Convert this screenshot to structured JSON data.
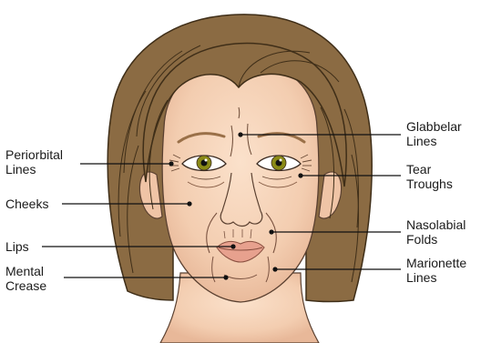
{
  "labels": {
    "periorbital": [
      "Periorbital",
      "Lines"
    ],
    "cheeks": [
      "Cheeks"
    ],
    "lips": [
      "Lips"
    ],
    "mental": [
      "Mental",
      "Crease"
    ],
    "glabbelar": [
      "Glabbelar",
      "Lines"
    ],
    "tear": [
      "Tear",
      "Troughs"
    ],
    "nasolabial": [
      "Nasolabial",
      "Folds"
    ],
    "marionette": [
      "Marionette",
      "Lines"
    ]
  },
  "colors": {
    "hair": "#8b6b43",
    "hair_line": "#3f2e18",
    "skin": "#f6d3b8",
    "skin_shadow": "#e7b597",
    "lips": "#e7a18e",
    "iris": "#8a8a16",
    "leader": "#111111"
  }
}
